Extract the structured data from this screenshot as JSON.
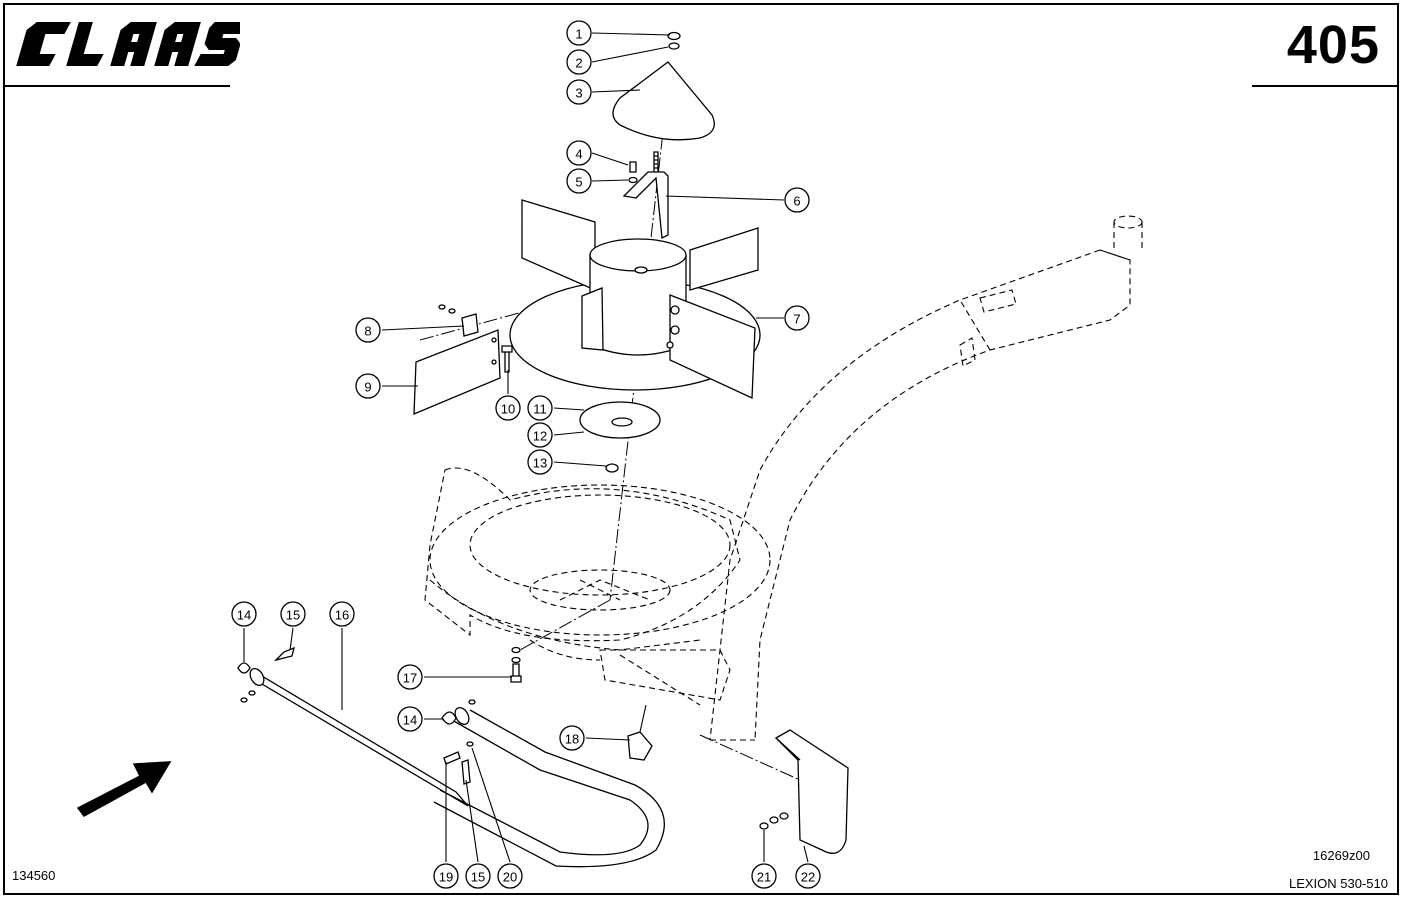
{
  "header": {
    "brand": "CLAAS",
    "page_number": "405"
  },
  "footer": {
    "image_number": "134560",
    "drawing_number": "16269z00",
    "model": "LEXION 530-510"
  },
  "callouts": [
    {
      "label": "1"
    },
    {
      "label": "2"
    },
    {
      "label": "3"
    },
    {
      "label": "4"
    },
    {
      "label": "5"
    },
    {
      "label": "6"
    },
    {
      "label": "7"
    },
    {
      "label": "8"
    },
    {
      "label": "9"
    },
    {
      "label": "10"
    },
    {
      "label": "11"
    },
    {
      "label": "12"
    },
    {
      "label": "13"
    },
    {
      "label": "14"
    },
    {
      "label": "15"
    },
    {
      "label": "16"
    },
    {
      "label": "17"
    },
    {
      "label": "14"
    },
    {
      "label": "18"
    },
    {
      "label": "19"
    },
    {
      "label": "15"
    },
    {
      "label": "20"
    },
    {
      "label": "21"
    },
    {
      "label": "22"
    }
  ]
}
